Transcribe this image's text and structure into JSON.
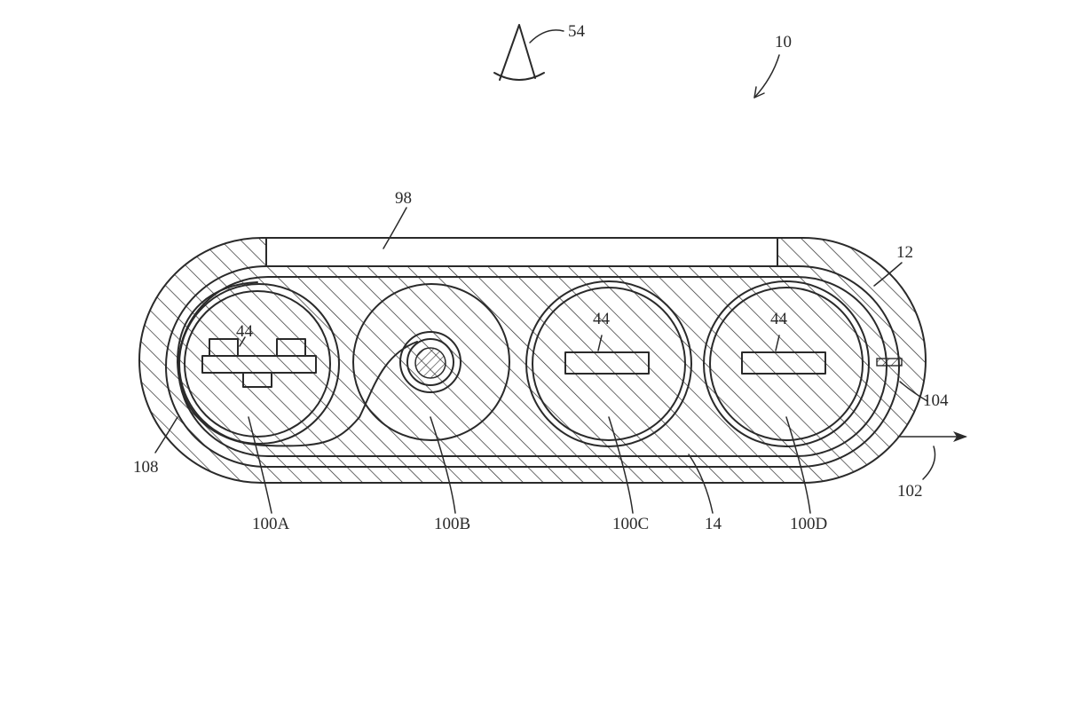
{
  "labels": {
    "ref_10": "10",
    "ref_54": "54",
    "ref_98": "98",
    "ref_12": "12",
    "ref_104": "104",
    "ref_102": "102",
    "ref_108": "108",
    "ref_14": "14",
    "ref_44_a": "44",
    "ref_44_c": "44",
    "ref_44_d": "44",
    "ref_100a": "100A",
    "ref_100b": "100B",
    "ref_100c": "100C",
    "ref_100d": "100D"
  },
  "colors": {
    "line": "#2a2a2a",
    "background": "#ffffff"
  }
}
